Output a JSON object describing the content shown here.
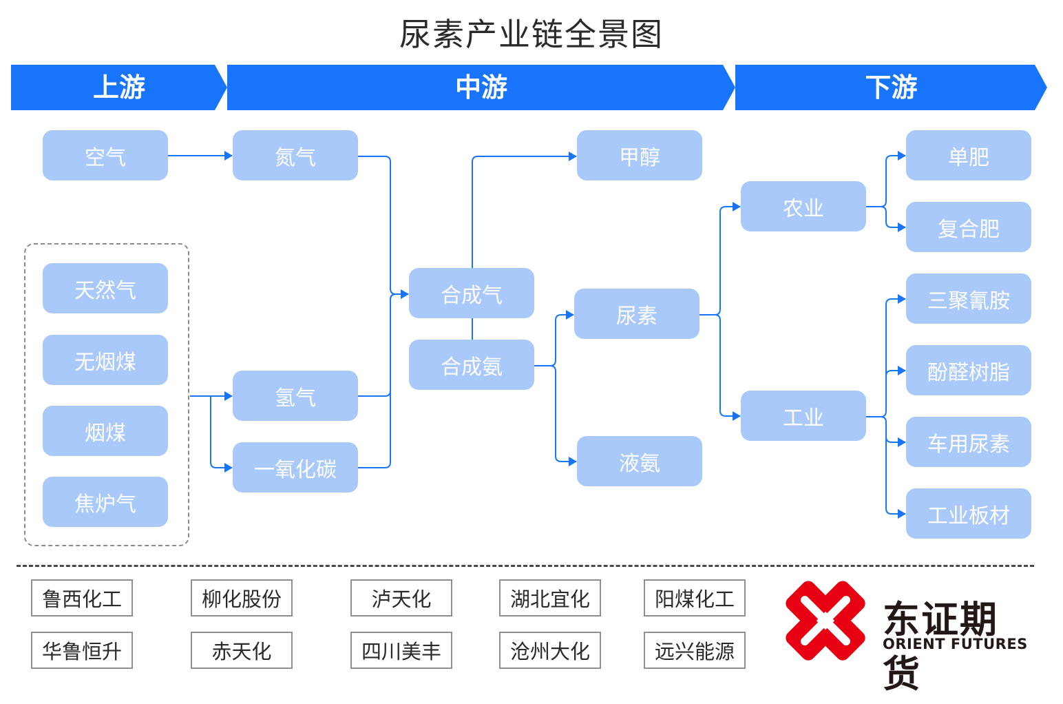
{
  "title": "尿素产业链全景图",
  "colors": {
    "stage": "#1875fb",
    "node_fill": "#a9c9fb",
    "arrow": "#1875fb",
    "logo_red": "#e60012",
    "logo_text": "#231815"
  },
  "stages": {
    "upstream": "上游",
    "midstream": "中游",
    "downstream": "下游"
  },
  "nodes": {
    "air": "空气",
    "nitrogen": "氮气",
    "natural_gas": "天然气",
    "anthracite": "无烟煤",
    "bituminous_coal": "烟煤",
    "coke_oven_gas": "焦炉气",
    "hydrogen": "氢气",
    "carbon_monoxide": "一氧化碳",
    "syngas": "合成气",
    "synthetic_ammonia": "合成氨",
    "methanol": "甲醇",
    "urea": "尿素",
    "liquid_ammonia": "液氨",
    "agriculture": "农业",
    "industry": "工业",
    "straight_fertilizer": "单肥",
    "compound_fertilizer": "复合肥",
    "melamine": "三聚氰胺",
    "phenolic_resin": "酚醛树脂",
    "vehicle_urea": "车用尿素",
    "industrial_board": "工业板材"
  },
  "companies": [
    [
      "鲁西化工",
      "华鲁恒升"
    ],
    [
      "柳化股份",
      "赤天化"
    ],
    [
      "泸天化",
      "四川美丰"
    ],
    [
      "湖北宜化",
      "沧州大化"
    ],
    [
      "阳煤化工",
      "远兴能源"
    ]
  ],
  "logo": {
    "name_cn": "东证期货",
    "name_en": "ORIENT FUTURES",
    "icon": "orient-futures-logo-icon"
  }
}
